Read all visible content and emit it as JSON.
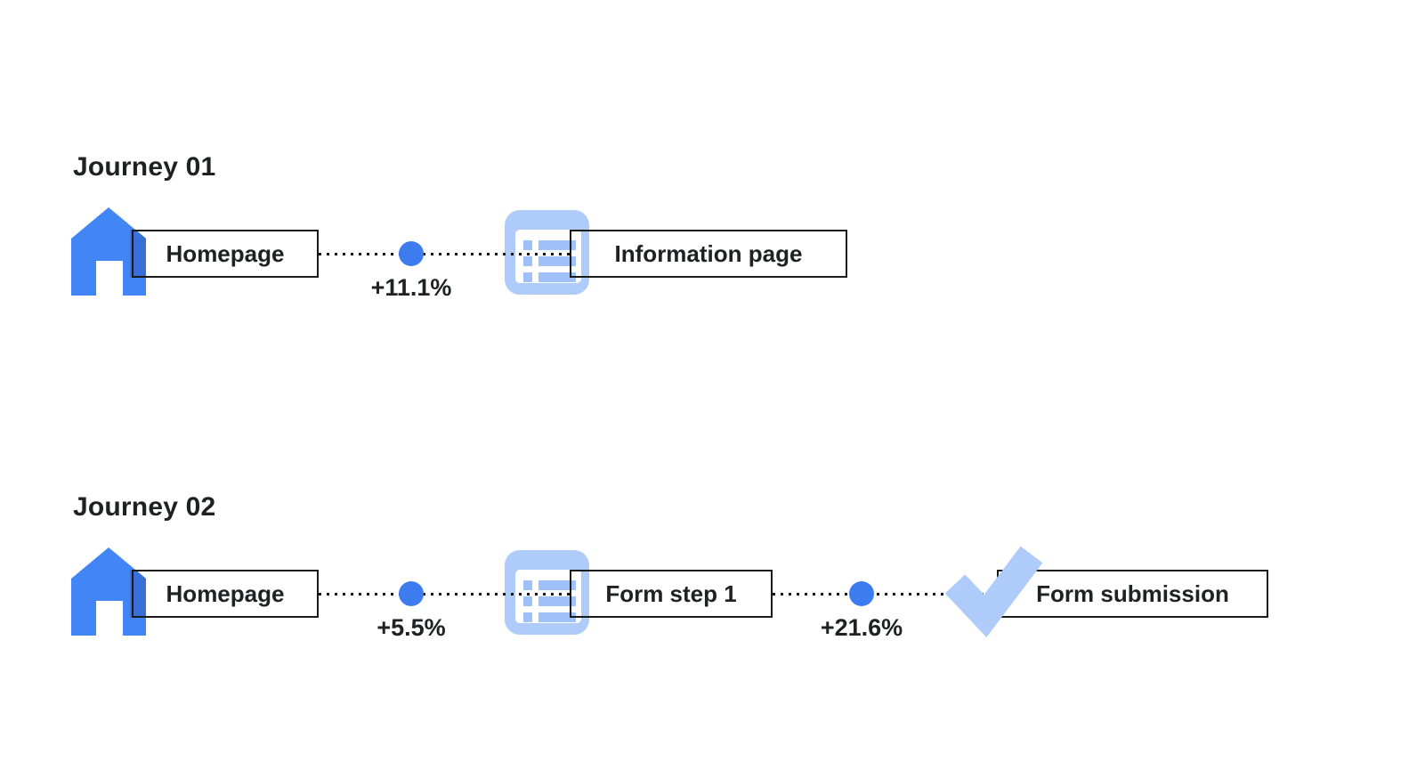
{
  "colors": {
    "background": "#ffffff",
    "primary_blue": "#4285F4",
    "primary_blue_shaded": "#3A6FD9",
    "light_blue": "#AECBFA",
    "list_row_blue": "#9FC0F9",
    "dot_blue": "#3C7CEE",
    "text": "#202124",
    "box_border": "#1a1a1a"
  },
  "journeys": [
    {
      "title": "Journey 01",
      "nodes": [
        {
          "icon": "home-icon",
          "label": "Homepage"
        },
        {
          "icon": "information-page-icon",
          "label": "Information page"
        }
      ],
      "edges": [
        {
          "delta": "+11.1%"
        }
      ]
    },
    {
      "title": "Journey 02",
      "nodes": [
        {
          "icon": "home-icon",
          "label": "Homepage"
        },
        {
          "icon": "form-step-icon",
          "label": "Form step 1"
        },
        {
          "icon": "form-submission-check-icon",
          "label": "Form submission"
        }
      ],
      "edges": [
        {
          "delta": "+5.5%"
        },
        {
          "delta": "+21.6%"
        }
      ]
    }
  ]
}
